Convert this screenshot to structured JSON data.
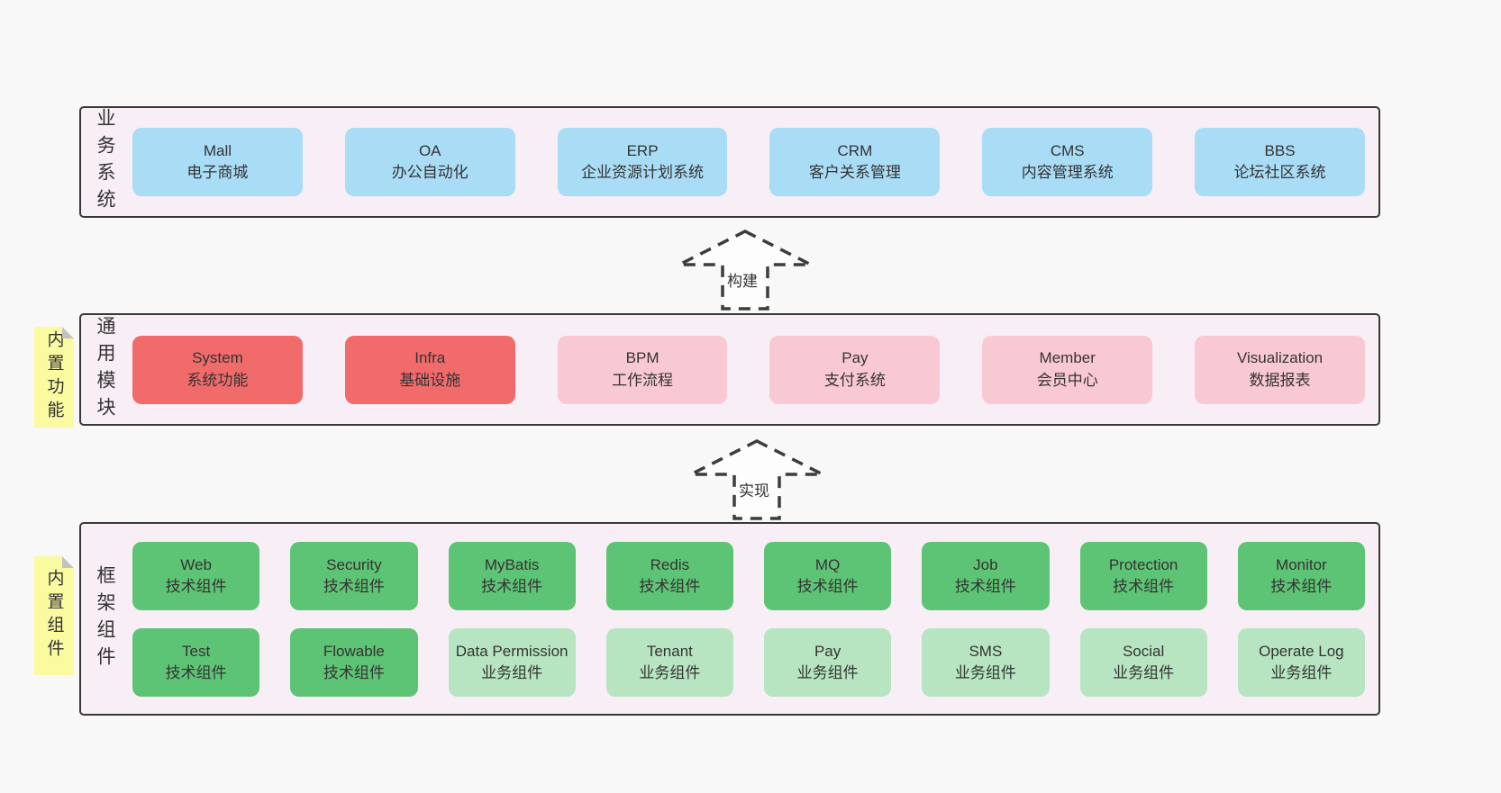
{
  "palette": {
    "page_bg": "#f8f8f8",
    "container_bg": "#f8eef6",
    "container_border": "#383838",
    "blue_box": "#a9dcf5",
    "red_box": "#f16b6b",
    "pink_box": "#f9c9d3",
    "green_box": "#5ec475",
    "light_green_box": "#b7e5c2",
    "note_bg": "#fafaa1",
    "text": "#333333"
  },
  "notes": [
    {
      "label": "内置功能"
    },
    {
      "label": "内置组件"
    }
  ],
  "arrows": [
    {
      "label": "构建"
    },
    {
      "label": "实现"
    }
  ],
  "sections": [
    {
      "label": "业务系统",
      "boxes": [
        {
          "en": "Mall",
          "zh": "电子商城"
        },
        {
          "en": "OA",
          "zh": "办公自动化"
        },
        {
          "en": "ERP",
          "zh": "企业资源计划系统"
        },
        {
          "en": "CRM",
          "zh": "客户关系管理"
        },
        {
          "en": "CMS",
          "zh": "内容管理系统"
        },
        {
          "en": "BBS",
          "zh": "论坛社区系统"
        }
      ]
    },
    {
      "label": "通用模块",
      "boxes": [
        {
          "en": "System",
          "zh": "系统功能"
        },
        {
          "en": "Infra",
          "zh": "基础设施"
        },
        {
          "en": "BPM",
          "zh": "工作流程"
        },
        {
          "en": "Pay",
          "zh": "支付系统"
        },
        {
          "en": "Member",
          "zh": "会员中心"
        },
        {
          "en": "Visualization",
          "zh": "数据报表"
        }
      ]
    },
    {
      "label": "框架组件",
      "rows": [
        [
          {
            "en": "Web",
            "zh": "技术组件"
          },
          {
            "en": "Security",
            "zh": "技术组件"
          },
          {
            "en": "MyBatis",
            "zh": "技术组件"
          },
          {
            "en": "Redis",
            "zh": "技术组件"
          },
          {
            "en": "MQ",
            "zh": "技术组件"
          },
          {
            "en": "Job",
            "zh": "技术组件"
          },
          {
            "en": "Protection",
            "zh": "技术组件"
          },
          {
            "en": "Monitor",
            "zh": "技术组件"
          }
        ],
        [
          {
            "en": "Test",
            "zh": "技术组件"
          },
          {
            "en": "Flowable",
            "zh": "技术组件"
          },
          {
            "en": "Data Permission",
            "zh": "业务组件"
          },
          {
            "en": "Tenant",
            "zh": "业务组件"
          },
          {
            "en": "Pay",
            "zh": "业务组件"
          },
          {
            "en": "SMS",
            "zh": "业务组件"
          },
          {
            "en": "Social",
            "zh": "业务组件"
          },
          {
            "en": "Operate Log",
            "zh": "业务组件"
          }
        ]
      ]
    }
  ]
}
